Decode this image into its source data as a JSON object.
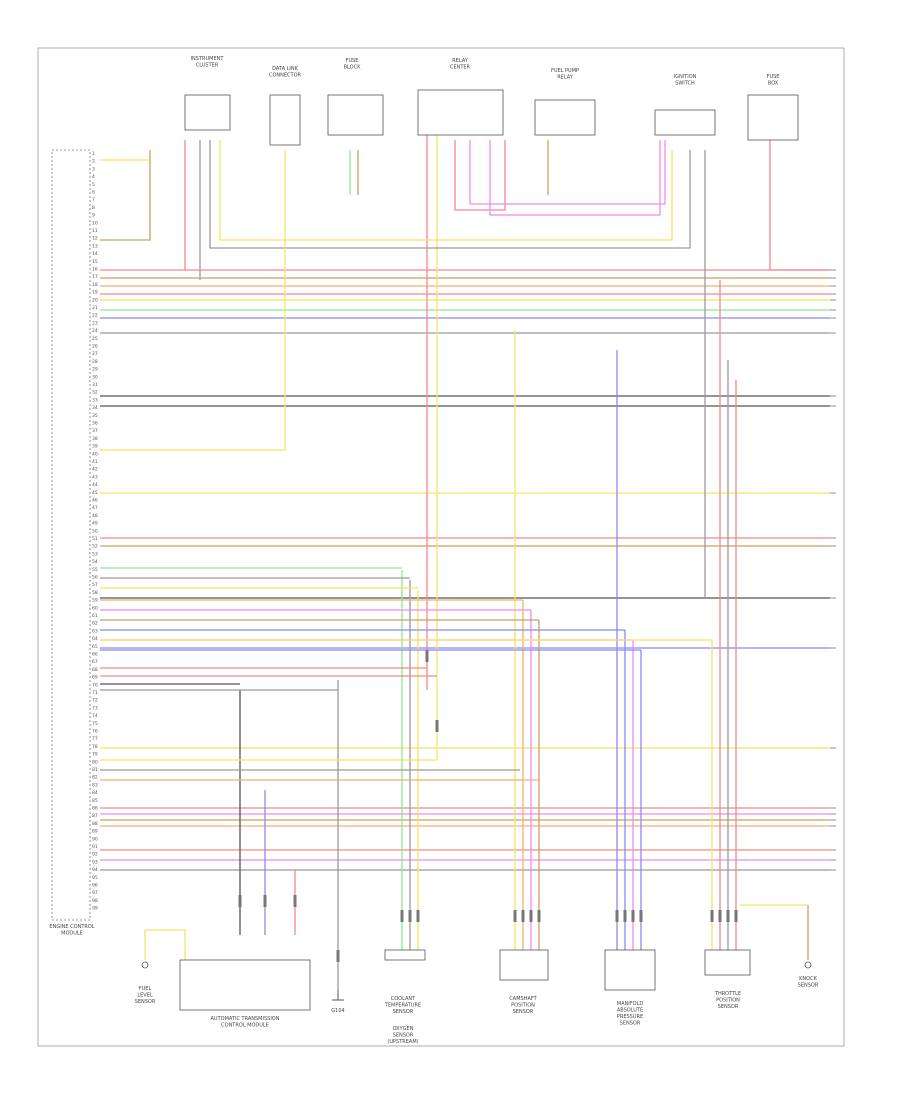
{
  "diagram": {
    "ecm_label": [
      "ENGINE CONTROL",
      "MODULE"
    ],
    "ground_label": "G104",
    "footer_mark": "",
    "bottom_components": [
      {
        "key": "coolant_sensor",
        "lines": [
          "COOLANT",
          "TEMPERATURE",
          "SENSOR"
        ]
      },
      {
        "key": "fuel_level",
        "lines": [
          "FUEL",
          "LEVEL",
          "SENSOR"
        ]
      },
      {
        "key": "tcm",
        "lines": [
          "AUTOMATIC TRANSMISSION",
          "CONTROL MODULE"
        ]
      },
      {
        "key": "cam_sensor",
        "lines": [
          "CAMSHAFT",
          "POSITION",
          "SENSOR"
        ]
      },
      {
        "key": "o2_sensor",
        "lines": [
          "OXYGEN",
          "SENSOR",
          "(UPSTREAM)"
        ]
      },
      {
        "key": "map_sensor",
        "lines": [
          "MANIFOLD",
          "ABSOLUTE",
          "PRESSURE",
          "SENSOR"
        ]
      },
      {
        "key": "throttle",
        "lines": [
          "THROTTLE",
          "POSITION",
          "SENSOR"
        ]
      },
      {
        "key": "knock",
        "lines": [
          "KNOCK",
          "SENSOR"
        ]
      }
    ],
    "top_components": [
      {
        "key": "instrument",
        "lines": [
          "INSTRUMENT",
          "CLUSTER"
        ]
      },
      {
        "key": "data_link",
        "lines": [
          "DATA LINK",
          "CONNECTOR"
        ]
      },
      {
        "key": "fuse_block",
        "lines": [
          "FUSE",
          "BLOCK"
        ]
      },
      {
        "key": "relay_center",
        "lines": [
          "RELAY",
          "CENTER"
        ]
      },
      {
        "key": "fuel_pump_relay",
        "lines": [
          "FUEL PUMP",
          "RELAY"
        ]
      },
      {
        "key": "ignition",
        "lines": [
          "IGNITION",
          "SWITCH"
        ]
      },
      {
        "key": "fuse_box",
        "lines": [
          "FUSE",
          "BOX"
        ]
      }
    ],
    "wire_colors": {
      "red": "#f08a8a",
      "yellow": "#f2e36a",
      "green": "#8fe88f",
      "blue": "#8a8af0",
      "pink": "#f08af0",
      "brown": "#c8a060",
      "gray": "#9a9a9a",
      "black": "#555555",
      "orange": "#f0b070"
    }
  }
}
